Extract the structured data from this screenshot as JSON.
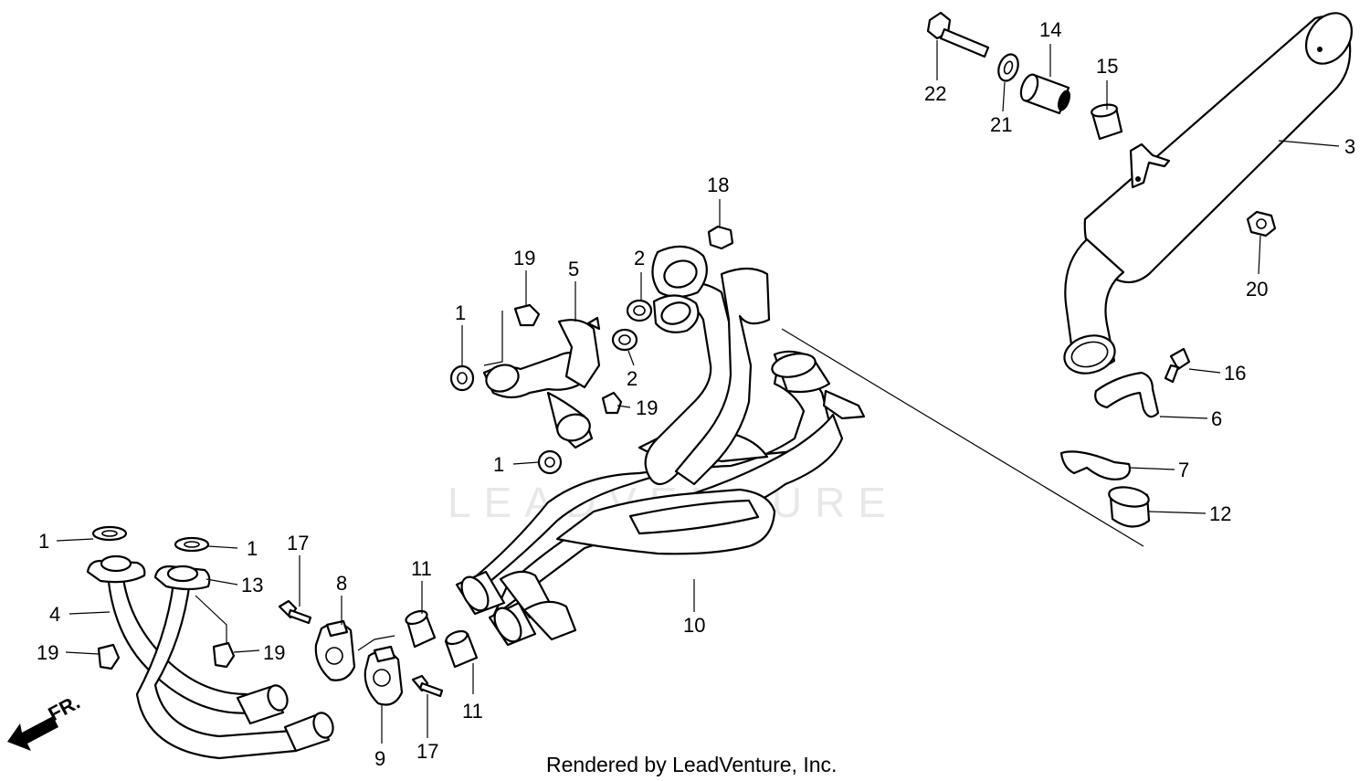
{
  "watermark": "LEADVENTURE",
  "footer": "Rendered by LeadVenture, Inc.",
  "front_indicator": "FR.",
  "callouts": {
    "c22": "22",
    "c14": "14",
    "c21": "21",
    "c15": "15",
    "c3": "3",
    "c20": "20",
    "c16": "16",
    "c6": "6",
    "c7": "7",
    "c12": "12",
    "c18": "18",
    "c2a": "2",
    "c2b": "2",
    "c19a": "19",
    "c5": "5",
    "c1a": "1",
    "c19b": "19",
    "c1b": "1",
    "c10": "10",
    "c1c": "1",
    "c1d": "1",
    "c13": "13",
    "c4": "4",
    "c19c": "19",
    "c19d": "19",
    "c17a": "17",
    "c8": "8",
    "c11a": "11",
    "c11b": "11",
    "c9": "9",
    "c17b": "17"
  }
}
